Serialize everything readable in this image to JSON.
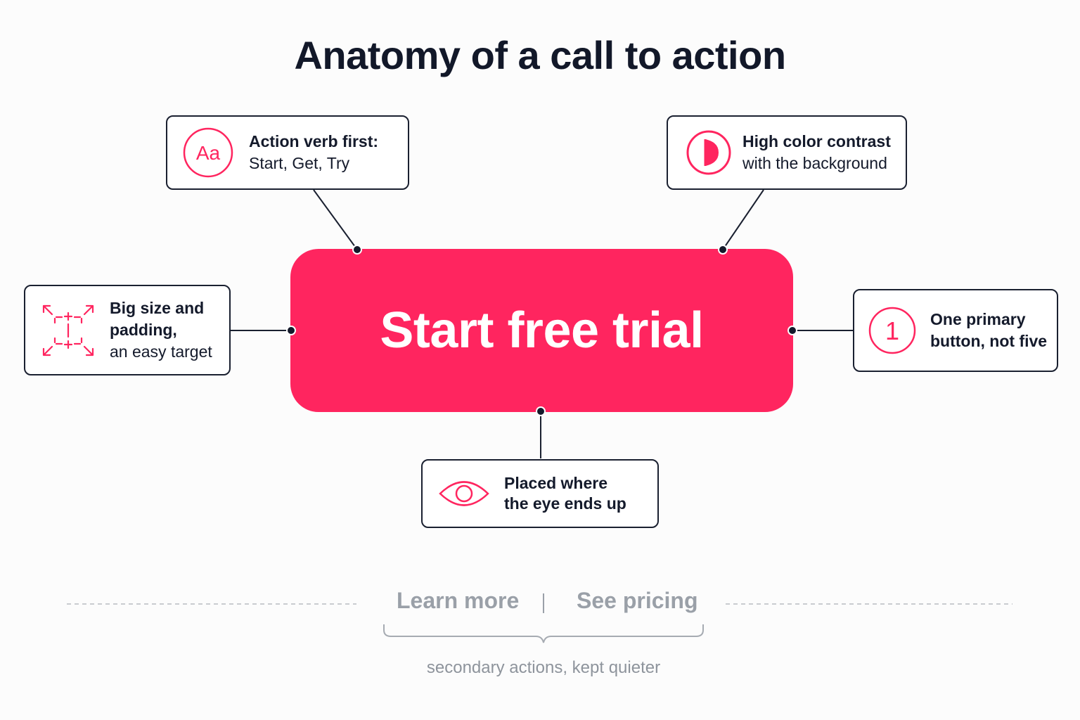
{
  "title": "Anatomy of a call to action",
  "cta": {
    "label": "Start free trial",
    "color": "#ff255f"
  },
  "callouts": {
    "action_verb": {
      "icon": "letters-aa-icon",
      "icon_text": "Aa",
      "line1": "Action verb first:",
      "line2": "Start, Get, Try"
    },
    "contrast": {
      "icon": "contrast-half-circle-icon",
      "line1": "High color contrast",
      "line2": "with the background"
    },
    "size": {
      "icon": "expand-target-icon",
      "line1": "Big size and",
      "line2": "padding,",
      "line3": "an easy target"
    },
    "one_primary": {
      "icon": "number-one-circle-icon",
      "icon_text": "1",
      "line1": "One primary",
      "line2": "button, not five"
    },
    "placement": {
      "icon": "eye-icon",
      "line1": "Placed where",
      "line2": "the eye ends up"
    }
  },
  "secondary": {
    "learn_more": "Learn more",
    "see_pricing": "See pricing",
    "caption": "secondary actions, kept quieter"
  },
  "colors": {
    "accent": "#ff255f",
    "ink": "#1a2030",
    "muted": "#9aa0a8"
  }
}
